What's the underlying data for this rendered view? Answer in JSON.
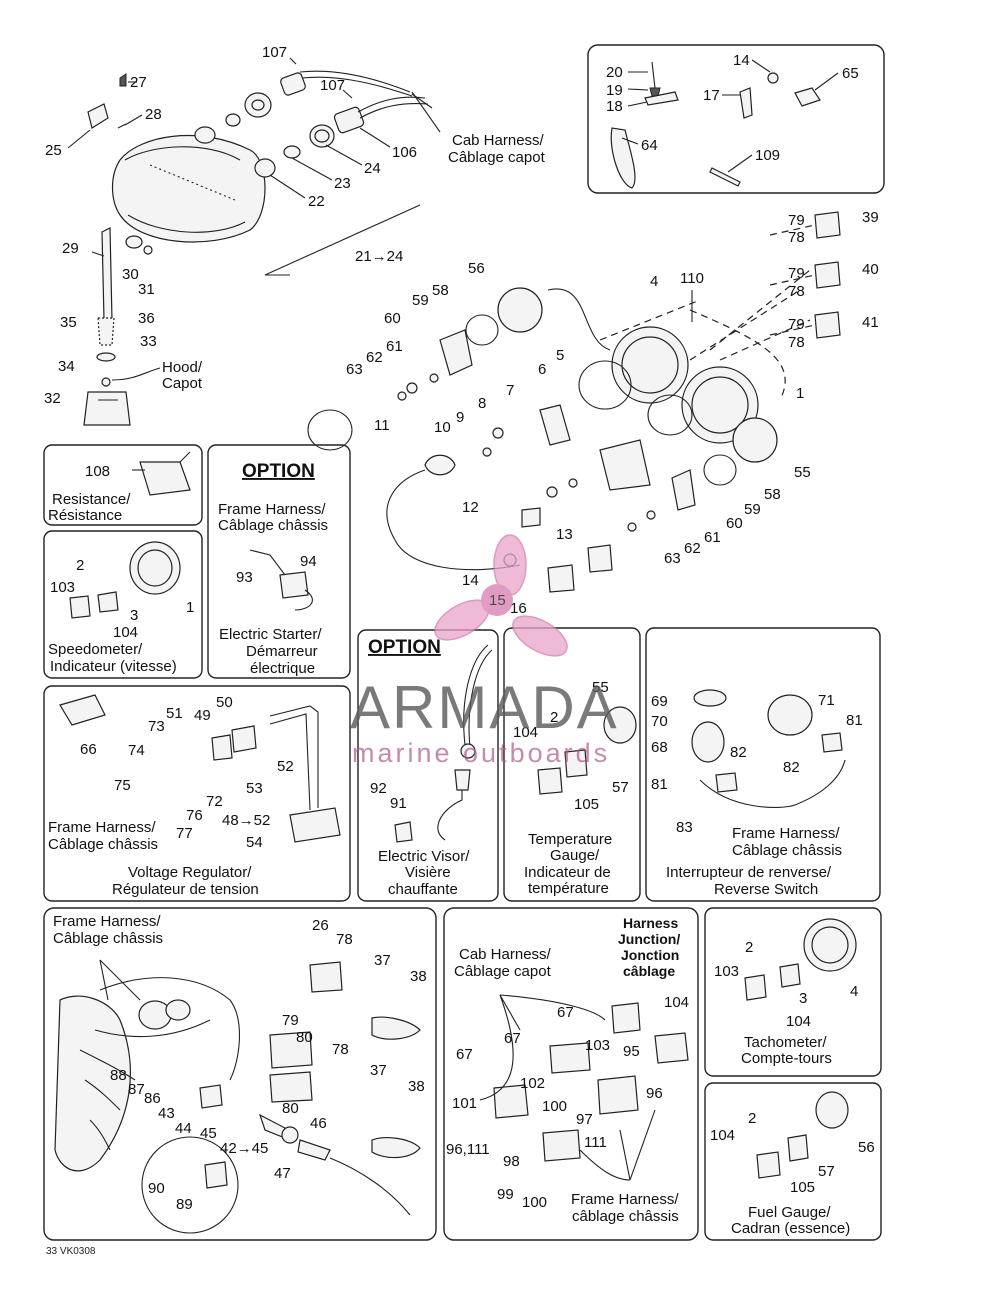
{
  "diagram_code": "33 VK0308",
  "watermark": {
    "brand": "ARMADA",
    "tagline": "marine outboards",
    "logo_number": "15"
  },
  "headlight_callouts": [
    "107",
    "107",
    "27",
    "28",
    "25",
    "106",
    "24",
    "23",
    "22",
    "21→24",
    "29",
    "30",
    "31",
    "35",
    "36",
    "33",
    "34",
    "32"
  ],
  "cab_harness_label": [
    "Cab Harness/",
    "Câblage capot"
  ],
  "hood_label": [
    "Hood/",
    "Capot"
  ],
  "topright_callouts": [
    "20",
    "19",
    "18",
    "14",
    "17",
    "65",
    "64",
    "109"
  ],
  "gauge_callouts": [
    "79",
    "78",
    "39",
    "79",
    "78",
    "40",
    "79",
    "78",
    "41",
    "110",
    "4",
    "56",
    "58",
    "59",
    "60",
    "61",
    "62",
    "63",
    "5",
    "6",
    "7",
    "8",
    "9",
    "10",
    "11",
    "12",
    "1",
    "55",
    "58",
    "59",
    "60",
    "61",
    "62",
    "63",
    "13",
    "14",
    "16"
  ],
  "resistance_box": {
    "callout": "108",
    "caption": [
      "Resistance/",
      "Résistance"
    ]
  },
  "option_starter": {
    "title": "OPTION",
    "harness": [
      "Frame Harness/",
      "Câblage châssis"
    ],
    "callouts": [
      "94",
      "93"
    ],
    "caption": [
      "Electric Starter/",
      "Démarreur",
      "électrique"
    ]
  },
  "speedometer_box": {
    "callouts": [
      "2",
      "103",
      "3",
      "1",
      "104"
    ],
    "caption": [
      "Speedometer/",
      "Indicateur (vitesse)"
    ]
  },
  "regulator_box": {
    "callouts": [
      "66",
      "51",
      "49",
      "50",
      "73",
      "74",
      "75",
      "72",
      "76",
      "77",
      "53",
      "52",
      "48→52",
      "54"
    ],
    "harness": [
      "Frame Harness/",
      "Câblage châssis"
    ],
    "caption": [
      "Voltage Regulator/",
      "Régulateur de tension"
    ]
  },
  "visor_box": {
    "title": "OPTION",
    "callouts": [
      "92",
      "91"
    ],
    "caption": [
      "Electric Visor/",
      "Visière",
      "chauffante"
    ]
  },
  "temperature_box": {
    "callouts": [
      "55",
      "104",
      "2",
      "57",
      "105"
    ],
    "caption": [
      "Temperature",
      "Gauge/",
      "Indicateur de",
      "température"
    ]
  },
  "reverse_box": {
    "callouts": [
      "69",
      "70",
      "68",
      "71",
      "81",
      "82",
      "82",
      "81",
      "83"
    ],
    "harness": [
      "Frame Harness/",
      "Câblage châssis"
    ],
    "caption": [
      "Interrupteur de renverse/",
      "Reverse Switch"
    ]
  },
  "frame_box": {
    "harness": [
      "Frame Harness/",
      "Câblage châssis"
    ],
    "callouts": [
      "26",
      "78",
      "37",
      "38",
      "79",
      "80",
      "78",
      "37",
      "80",
      "38",
      "88",
      "87",
      "86",
      "43",
      "44",
      "45",
      "42→45",
      "46",
      "47",
      "90",
      "89"
    ]
  },
  "junction_box": {
    "title": [
      "Harness",
      "Junction/",
      "Jonction",
      "câblage"
    ],
    "cab": [
      "Cab Harness/",
      "Câblage capot"
    ],
    "frame": [
      "Frame Harness/",
      "câblage châssis"
    ],
    "callouts": [
      "67",
      "104",
      "67",
      "103",
      "95",
      "67",
      "102",
      "100",
      "96",
      "101",
      "97",
      "111",
      "96,111",
      "98",
      "99",
      "100"
    ]
  },
  "tachometer_box": {
    "callouts": [
      "2",
      "103",
      "3",
      "4",
      "104"
    ],
    "caption": [
      "Tachometer/",
      "Compte-tours"
    ]
  },
  "fuel_box": {
    "callouts": [
      "2",
      "104",
      "56",
      "57",
      "105"
    ],
    "caption": [
      "Fuel Gauge/",
      "Cadran (essence)"
    ]
  }
}
